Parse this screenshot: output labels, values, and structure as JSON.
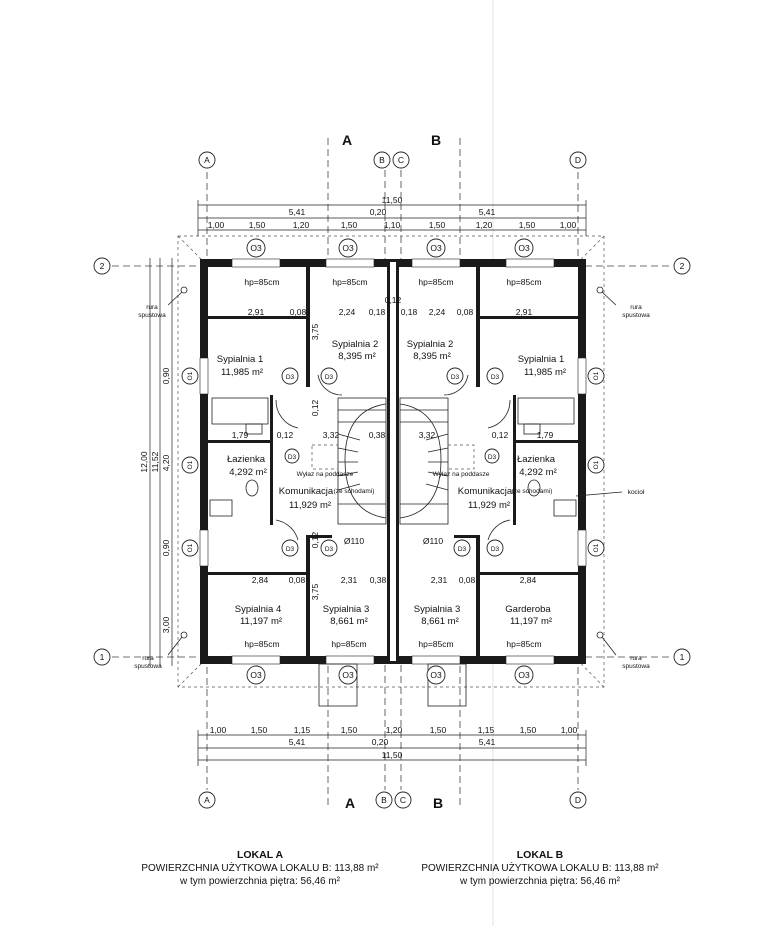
{
  "axes": {
    "A": "A",
    "B": "B",
    "C": "C",
    "D": "D",
    "one": "1",
    "two": "2"
  },
  "sections": {
    "A": "A",
    "B": "B"
  },
  "dims_top": {
    "overall": "11,50",
    "halves": [
      "5,41",
      "0,20",
      "5,41"
    ],
    "segments": [
      "1,00",
      "1,50",
      "1,20",
      "1,50",
      "1,10",
      "1,50",
      "1,20",
      "1,50",
      "1,00"
    ]
  },
  "dims_bottom": {
    "segments": [
      "1,00",
      "1,50",
      "1,15",
      "1,50",
      "1,20",
      "1,50",
      "1,15",
      "1,50",
      "1,00"
    ],
    "halves": [
      "5,41",
      "0,20",
      "5,41"
    ],
    "overall": "11,50"
  },
  "dims_left": {
    "overall": "12,00",
    "inner": "11,52",
    "segments": [
      "0,90",
      "4,20",
      "0,90",
      "3,00"
    ]
  },
  "interior_dims": {
    "top_left": [
      "2,91",
      "0,08",
      "2,24",
      "0,18"
    ],
    "top_right": [
      "0,18",
      "2,24",
      "0,08",
      "2,91"
    ],
    "mid_left": [
      "1,79",
      "0,12",
      "3,32",
      "0,38"
    ],
    "mid_right": [
      "3,32",
      "0,12",
      "1,79"
    ],
    "bot_left": [
      "2,84",
      "0,08",
      "2,31",
      "0,38"
    ],
    "bot_right": [
      "2,31",
      "0,08",
      "2,84"
    ],
    "vertical": [
      "3,75",
      "0,12",
      "3,75",
      "0,12",
      "0,12"
    ],
    "pipe": [
      "Ø110",
      "Ø110"
    ]
  },
  "rooms_left": [
    {
      "name": "Sypialnia 1",
      "area": "11,985 m²"
    },
    {
      "name": "Sypialnia 2",
      "area": "8,395 m²"
    },
    {
      "name": "Łazienka",
      "area": "4,292 m²"
    },
    {
      "name": "Komunikacja",
      "area": "11,929 m²"
    },
    {
      "name": "Sypialnia 4",
      "area": "11,197 m²"
    },
    {
      "name": "Sypialnia 3",
      "area": "8,661 m²"
    }
  ],
  "rooms_right": [
    {
      "name": "Sypialnia 2",
      "area": "8,395 m²"
    },
    {
      "name": "Sypialnia 1",
      "area": "11,985 m²"
    },
    {
      "name": "Łazienka",
      "area": "4,292 m²"
    },
    {
      "name": "Komunikacja",
      "area": "11,929 m²"
    },
    {
      "name": "Sypialnia 3",
      "area": "8,661 m²"
    },
    {
      "name": "Garderoba",
      "area": "11,197 m²"
    }
  ],
  "stair_note": "(ze schodami)",
  "hatch": "Wyłaz na poddasze",
  "hp": "hp=85cm",
  "tags": {
    "window": "O3",
    "side_window": "O1",
    "door": "D3"
  },
  "notes": {
    "rura": "rura",
    "spustowa": "spustowa",
    "kociol": "kocioł"
  },
  "captions": [
    {
      "title": "LOKAL A",
      "line1": "POWIERZCHNIA UŻYTKOWA LOKALU B: 113,88 m²",
      "line2": "w tym powierzchnia piętra: 56,46 m²"
    },
    {
      "title": "LOKAL B",
      "line1": "POWIERZCHNIA UŻYTKOWA LOKALU B: 113,88 m²",
      "line2": "w tym powierzchnia piętra: 56,46 m²"
    }
  ]
}
